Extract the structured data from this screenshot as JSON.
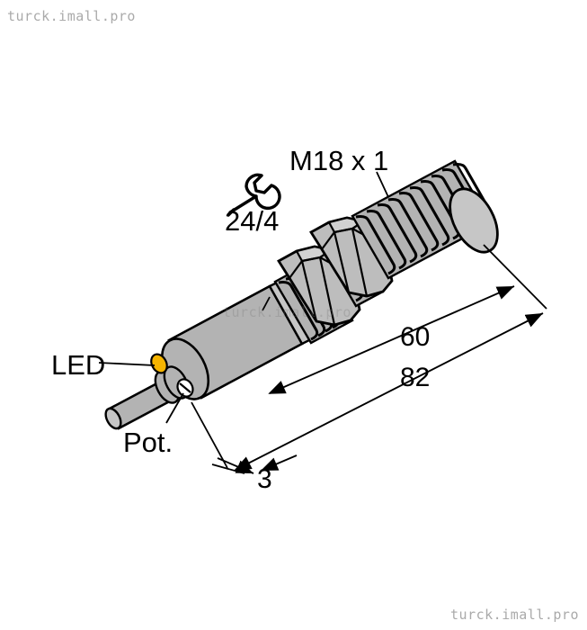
{
  "watermarks": {
    "top_left": "turck.imall.pro",
    "bottom_right": "turck.imall.pro",
    "center": "turck.imall.pro"
  },
  "drawing": {
    "type": "technical-dimension-drawing",
    "subject": "inductive proximity sensor, barrel M18 with cable",
    "background_color": "#ffffff",
    "line_color": "#000000",
    "body_fill": "#b3b3b3",
    "body_fill_light": "#c6c6c6",
    "led_color": "#f5b400"
  },
  "annotations": {
    "thread": "M18 x 1",
    "wrench_sizes": "24/4",
    "led": "LED",
    "potentiometer": "Pot.",
    "dim_60": "60",
    "dim_82": "82",
    "dim_3": "3"
  },
  "icons": {
    "wrench": "wrench-icon",
    "led": "led-indicator",
    "pot_screw": "potentiometer-screw"
  }
}
